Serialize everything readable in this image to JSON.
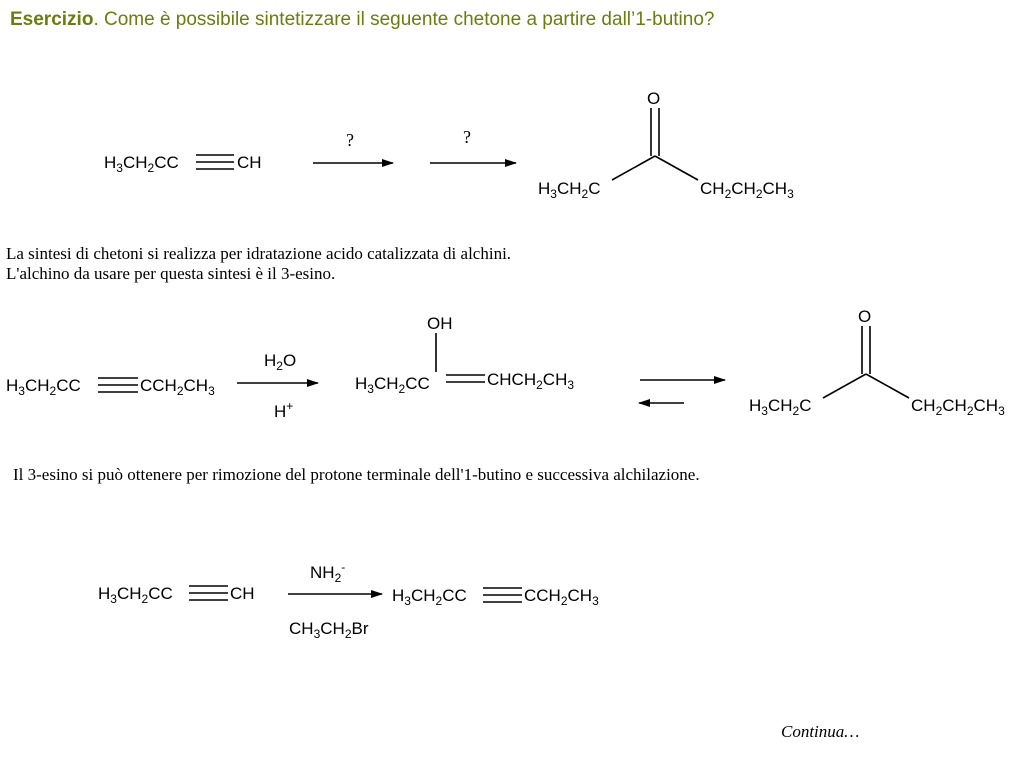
{
  "title": {
    "bold": "Esercizio",
    "rest": ". Come  è possibile sintetizzare il seguente chetone a partire dall’1-butino?"
  },
  "paragraphs": {
    "p1_line1": "La sintesi di chetoni si realizza per idratazione acido catalizzata di alchini.",
    "p1_line2": "L'alchino da usare per questa sintesi è il 3-esino.",
    "p2": "Il 3-esino si può ottenere per rimozione del protone terminale dell'1-butino e successiva alchilazione."
  },
  "footer": {
    "continue": "Continua…"
  },
  "scheme1": {
    "start_left": "H3CH2CC",
    "start_right": "CH",
    "step1": "?",
    "step2": "?",
    "ketone_o": "O",
    "ketone_left": "H3CH2C",
    "ketone_right": "CH2CH2CH3"
  },
  "scheme2": {
    "alkyne_left": "H3CH2CC",
    "alkyne_right": "CCH2CH3",
    "reagent_top": "H2O",
    "reagent_bottom": "H+",
    "enol_oh": "OH",
    "enol_left": "H3CH2CC",
    "enol_right": "CHCH2CH3",
    "ketone_o": "O",
    "ketone_left": "H3CH2C",
    "ketone_right": "CH2CH2CH3"
  },
  "scheme3": {
    "start_left": "H3CH2CC",
    "start_right": "CH",
    "reagent_top": "NH2-",
    "reagent_bottom": "CH3CH2Br",
    "product_left": "H3CH2CC",
    "product_right": "CCH2CH3"
  },
  "colors": {
    "title": "#6b7d10",
    "text": "#000000"
  }
}
